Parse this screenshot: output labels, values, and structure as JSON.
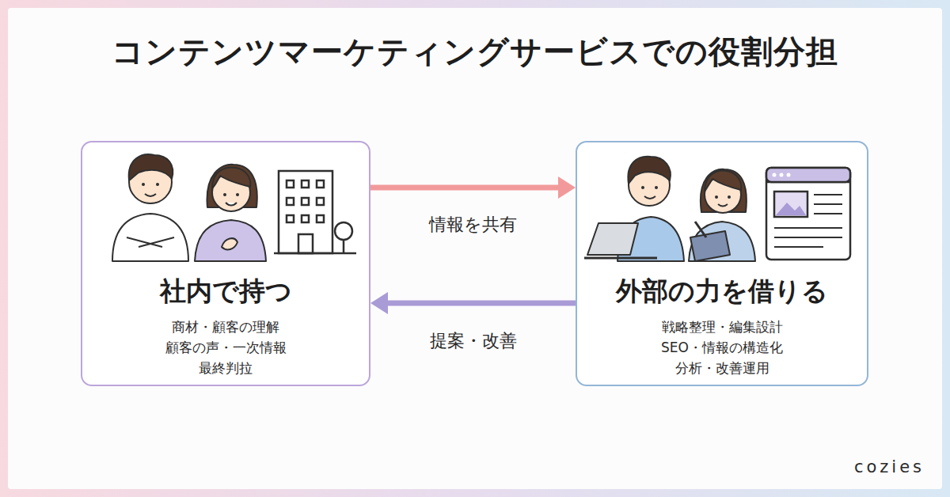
{
  "diagram": {
    "title": "コンテンツマーケティングサービスでの役割分担",
    "nodes": [
      {
        "text": [
          "社内で持つ",
          "商材・顧客の理解",
          "顧客の声・一次情報",
          "最終判拉"
        ]
      },
      {
        "text": [
          "外部の力を借りる",
          "戦略整理・編集設計",
          "SEO・情報の構造化",
          "分析・改善運用"
        ]
      }
    ],
    "edges": [
      {
        "from": 0,
        "to": 1,
        "label": "情報を共有",
        "arrow": "to"
      },
      {
        "from": 1,
        "to": 0,
        "label": "提案・改善",
        "arrow": "to"
      }
    ],
    "labels": [
      "cozies"
    ]
  }
}
